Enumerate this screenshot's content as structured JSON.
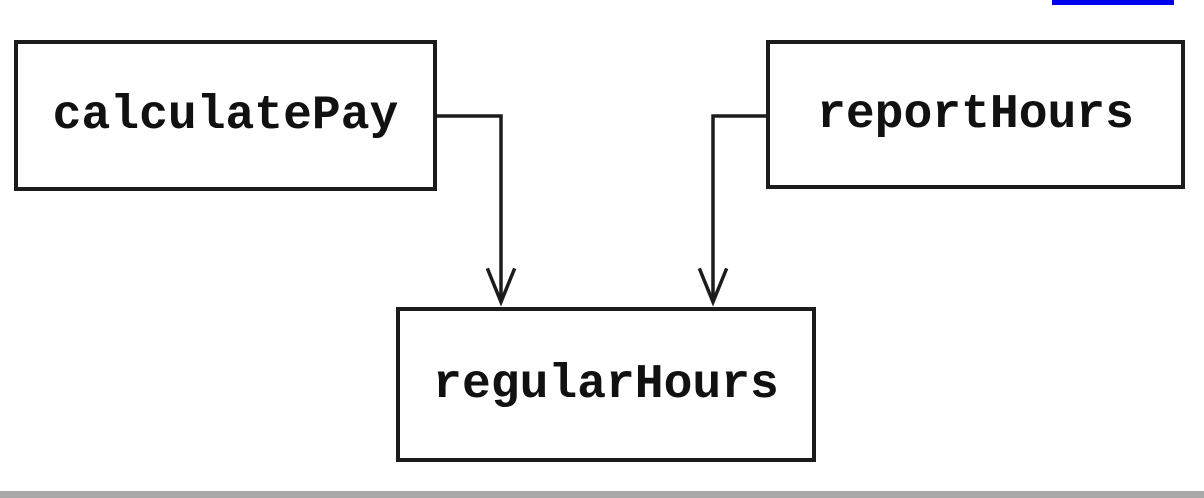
{
  "diagram": {
    "type": "dependency-diagram",
    "nodes": [
      {
        "id": "calculatePay",
        "label": "calculatePay"
      },
      {
        "id": "reportHours",
        "label": "reportHours"
      },
      {
        "id": "regularHours",
        "label": "regularHours"
      }
    ],
    "edges": [
      {
        "from": "calculatePay",
        "to": "regularHours",
        "style": "elbow-down-open-arrow"
      },
      {
        "from": "reportHours",
        "to": "regularHours",
        "style": "elbow-down-open-arrow"
      }
    ]
  },
  "colors": {
    "background": "#ffffff",
    "line": "#1c1c1c",
    "text": "#111111",
    "link_underline": "#0000ee",
    "bottom_bar": "#a8a8a8"
  }
}
